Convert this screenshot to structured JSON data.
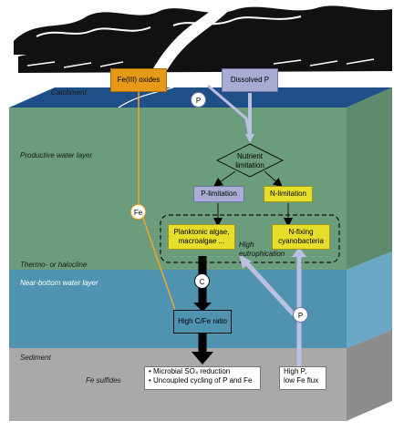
{
  "colors": {
    "sky": "#ffffff",
    "water_surface": "#1f4f87",
    "productive_layer": "#6b9c7c",
    "near_bottom_layer": "#4f93b0",
    "sediment": "#a9a9a9",
    "orange_box": "#e69a17",
    "purple_box": "#a9acd2",
    "yellow_box": "#e7de2c",
    "arrow_purple": "#bcc0e0",
    "arrow_black": "#000000",
    "fe_line": "#f0a62a"
  },
  "layers": {
    "catchment": "Catchment",
    "productive": "Productive water layer",
    "thermocline": "Thermo- or halocline",
    "near_bottom": "Near-bottom water layer",
    "sediment": "Sediment",
    "fe_sulfides": "Fe sulfides"
  },
  "boxes": {
    "fe_oxides": "Fe(III) oxides",
    "dissolved_p": "Dissolved P",
    "nutrient_limitation_line1": "Nutrient",
    "nutrient_limitation_line2": "limitation",
    "p_limitation": "P-limitation",
    "n_limitation": "N-limitation",
    "planktonic_line1": "Planktonic algae,",
    "planktonic_line2": "macroalgae ...",
    "n_fixing_line1": "N-fixing",
    "n_fixing_line2": "cyanobacteria",
    "high_cfe": "High C/Fe ratio",
    "microbial_line1": "• Microbial SO₄ reduction",
    "microbial_line2": "• Uncoupled cycling of P and Fe",
    "high_p_line1": "High P,",
    "high_p_line2": "low Fe flux"
  },
  "annotations": {
    "eutrophication_line1": "High",
    "eutrophication_line2": "eutrophication"
  },
  "circles": {
    "p_top": "P",
    "fe": "Fe",
    "c": "C",
    "p_bottom": "P"
  },
  "icons": [
    "landscape-hills-icon",
    "river-icon"
  ]
}
